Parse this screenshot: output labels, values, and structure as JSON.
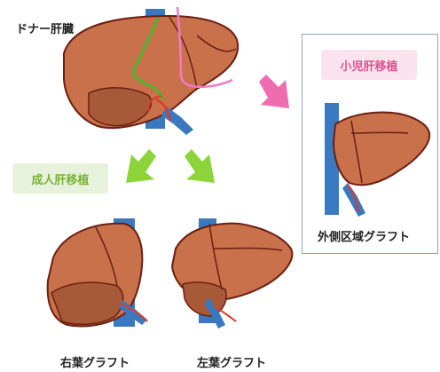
{
  "labels": {
    "donor": "ドナー肝臓",
    "adult": "成人肝移植",
    "pediatric": "小児肝移植",
    "lateral_graft": "外側区域グラフト",
    "right_graft": "右葉グラフト",
    "left_graft": "左葉グラフト"
  },
  "colors": {
    "liver": "#c8714a",
    "liver_dark": "#9a4e30",
    "outline": "#6b1f12",
    "vessel_blue": "#3a79c0",
    "vessel_red": "#e03a2a",
    "green_arrow": "#8cd43a",
    "pink_arrow": "#f06cb0",
    "adult_pill_bg": "#e7f2dc",
    "adult_pill_text": "#7ab23a",
    "ped_pill_bg": "#fbe3ee",
    "ped_pill_text": "#e0508f",
    "panel_border": "#8fa7c0",
    "cut_green": "#35c02a",
    "cut_pink": "#f07ac8"
  }
}
